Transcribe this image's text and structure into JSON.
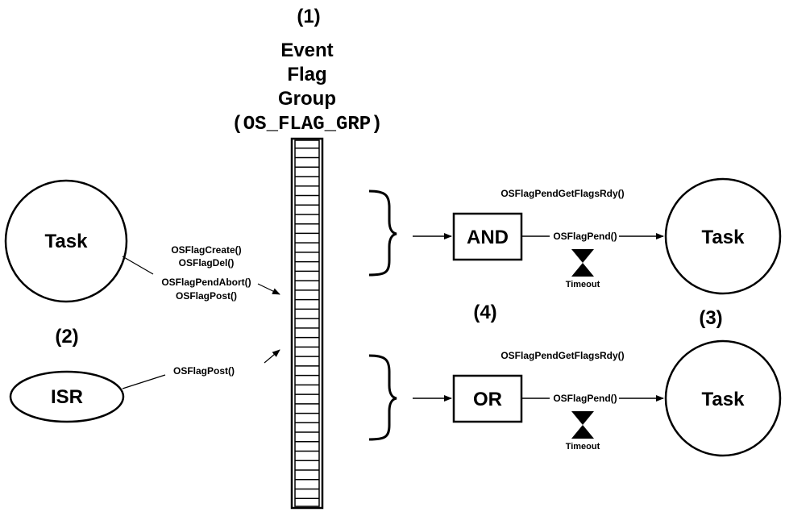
{
  "flag_group": {
    "number": "(1)",
    "title_line1": "Event",
    "title_line2": "Flag",
    "title_line3": "Group",
    "type_name": "(OS_FLAG_GRP)"
  },
  "left": {
    "task_label": "Task",
    "task_calls": [
      "OSFlagCreate()",
      "OSFlagDel()",
      "OSFlagPendAbort()",
      "OSFlagPost()"
    ],
    "isr_number": "(2)",
    "isr_label": "ISR",
    "isr_call": "OSFlagPost()"
  },
  "right": {
    "and_gate": "AND",
    "or_gate": "OR",
    "top_rdy_call": "OSFlagPendGetFlagsRdy()",
    "bottom_rdy_call": "OSFlagPendGetFlagsRdy()",
    "top_pend_call": "OSFlagPend()",
    "bottom_pend_call": "OSFlagPend()",
    "top_timeout": "Timeout",
    "bottom_timeout": "Timeout",
    "top_task_label": "Task",
    "bottom_task_label": "Task",
    "logic_number": "(4)",
    "task_number": "(3)"
  }
}
